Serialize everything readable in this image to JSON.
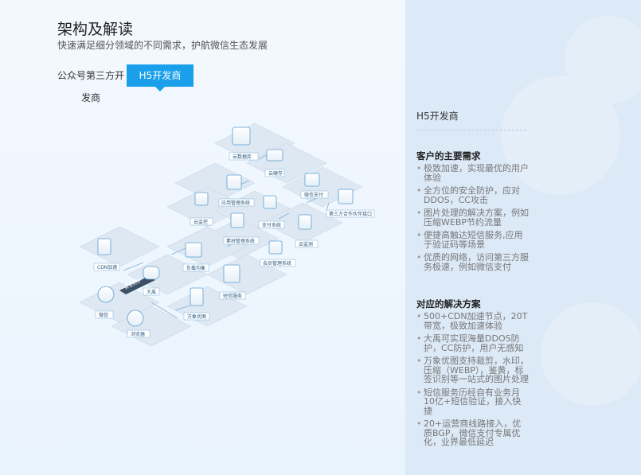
{
  "header": {
    "title": "架构及解读",
    "subtitle": "快速满足细分领域的不同需求，护航微信生态发展"
  },
  "tabs": [
    {
      "label_line1": "公众号第三方开",
      "label_line2": "发商",
      "active": false
    },
    {
      "label": "H5开发商",
      "active": true
    }
  ],
  "diagram": {
    "nodes": [
      {
        "label": "云数据库",
        "icon": "database-icon"
      },
      {
        "label": "云硬存",
        "icon": "storage-icon"
      },
      {
        "label": "应用管理系统",
        "icon": "app-manage-icon"
      },
      {
        "label": "云监控",
        "icon": "monitor-icon"
      },
      {
        "label": "支付系统",
        "icon": "payment-icon"
      },
      {
        "label": "微信支付",
        "icon": "wechat-pay-icon"
      },
      {
        "label": "第三方合作伙伴接口",
        "icon": "partner-api-icon"
      },
      {
        "label": "素材管理系统",
        "icon": "material-icon"
      },
      {
        "label": "云监测",
        "icon": "chart-icon"
      },
      {
        "label": "CDN加速",
        "icon": "cdn-icon"
      },
      {
        "label": "负载均衡",
        "icon": "load-balance-icon"
      },
      {
        "label": "会员管理系统",
        "icon": "member-icon"
      },
      {
        "label": "大禹",
        "icon": "shield-icon"
      },
      {
        "label": "短信服务",
        "icon": "sms-icon"
      },
      {
        "label": "万象优图",
        "icon": "image-icon"
      },
      {
        "label": "微信",
        "icon": "wechat-icon"
      },
      {
        "label": "浏览器",
        "icon": "browser-icon"
      }
    ],
    "ribbon_label": "安全防护"
  },
  "panel": {
    "title": "H5开发商",
    "needs_heading": "客户的主要需求",
    "needs": [
      "极致加速，实现最优的用户体验",
      "全方位的安全防护，应对DDOS，CC攻击",
      "图片处理的解决方案，例如压缩WEBP节约流量",
      "便捷高触达短信服务,应用于验证码等场景",
      "优质的网络，访问第三方服务极速，例如微信支付"
    ],
    "solutions_heading": "对应的解决方案",
    "solutions": [
      "500+CDN加速节点，20T带宽，极致加速体验",
      "大禹可实现海量DDOS防护，CC防护，用户无感知",
      "万象优图支持裁剪，水印，压缩（WEBP），鉴黄，标签识别等一站式的图片处理",
      "短信服务历经自有业务月10亿+短信验证，接入快捷",
      "20+运营商线路接入，优质BGP，微信支付专属优化，业界最低延迟"
    ]
  },
  "colors": {
    "accent": "#1aa0ea",
    "panel_bg": "#dce9f7"
  }
}
